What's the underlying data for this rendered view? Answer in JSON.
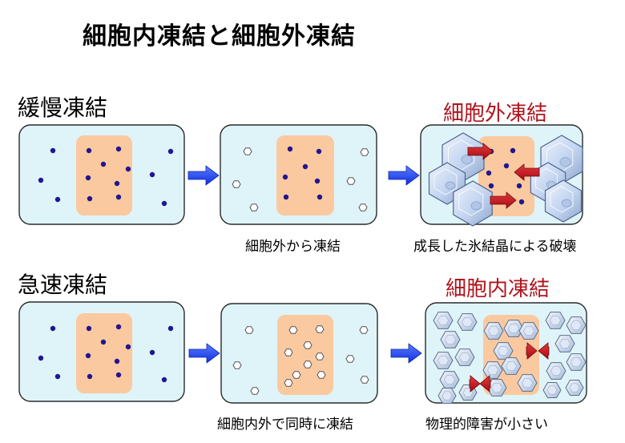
{
  "title": "細胞内凍結と細胞外凍結",
  "slow": {
    "label": "緩慢凍結",
    "result_title": "細胞外凍結",
    "caption_step2": "細胞外から凍結",
    "caption_step3": "成長した氷結晶による破壊"
  },
  "fast": {
    "label": "急速凍結",
    "result_title": "細胞内凍結",
    "caption_step2": "細胞内外で同時に凍結",
    "caption_step3": "物理的障害が小さい"
  },
  "colors": {
    "panel_fill": "#dff4f8",
    "cell_fill": "#fbc9a0",
    "solute_dot": "#1f1691",
    "flow_arrow": "#1a3cff",
    "damage_arrow": "#c8101e",
    "result_text": "#b0141c",
    "ice_crystal": "#c2d4f0"
  }
}
